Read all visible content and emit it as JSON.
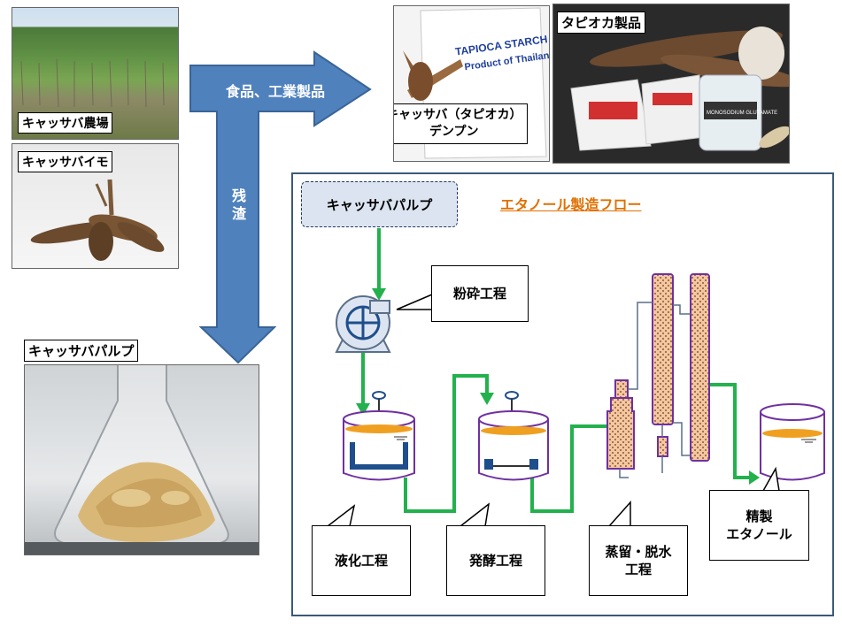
{
  "photos": {
    "farm_label": "キャッサバ農場",
    "root_label": "キャッサバイモ",
    "pulp_label": "キャッサバパルプ",
    "starch_label_line1": "キャッサバ（タピオカ）",
    "starch_label_line2": "デンプン",
    "bag_text_line1": "TAPIOCA STARCH",
    "bag_text_line2": "Product of Thailand",
    "tapioca_label": "タピオカ製品",
    "jar_text": "MONOSODIUM GLUTAMATE"
  },
  "arrows": {
    "food_industry": "食品、工業製品",
    "residue": "残渣"
  },
  "flow": {
    "title": "エタノール製造フロー",
    "input": "キャッサバパルプ",
    "crushing": "粉砕工程",
    "liquefaction": "液化工程",
    "fermentation": "発酵工程",
    "distill_line1": "蒸留・脱水",
    "distill_line2": "工程",
    "product_line1": "精製",
    "product_line2": "エタノール"
  },
  "colors": {
    "arrow_blue": "#4f81bd",
    "flow_green": "#22b14c",
    "tank_purple": "#7030a0",
    "liquid_orange": "#f0a020",
    "title_orange": "#e07000"
  }
}
